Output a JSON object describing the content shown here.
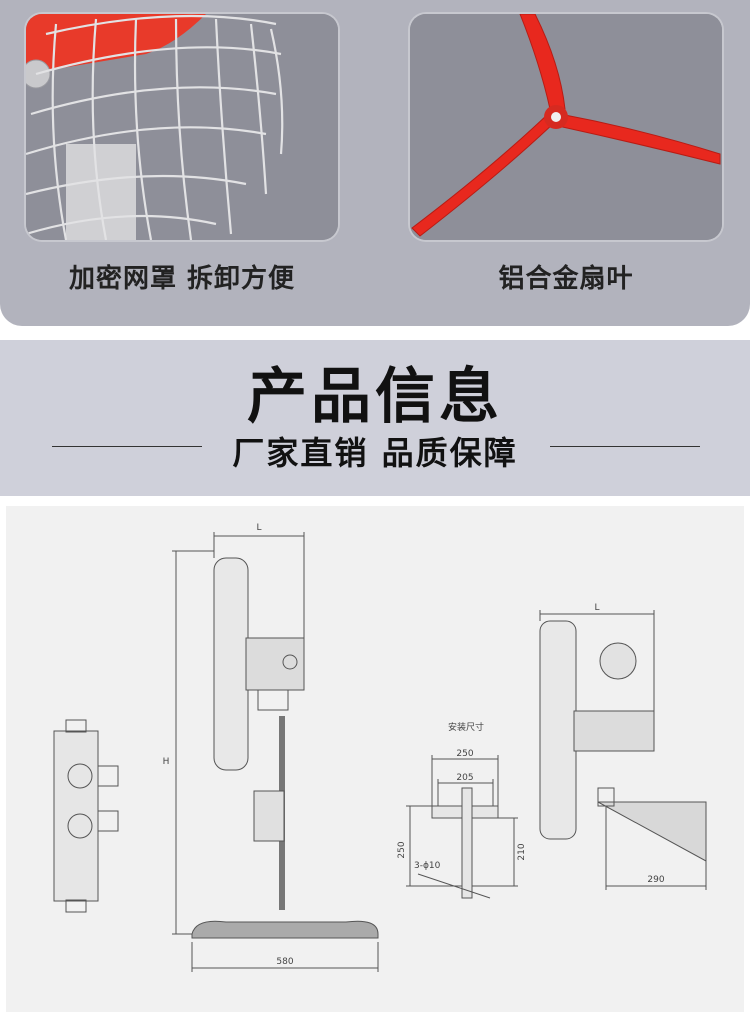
{
  "features": [
    {
      "caption": "加密网罩 拆卸方便"
    },
    {
      "caption": "铝合金扇叶"
    }
  ],
  "section": {
    "title": "产品信息",
    "subtitle": "厂家直销 品质保障"
  },
  "diagram": {
    "dim_L_left": "L",
    "dim_H": "H",
    "dim_580": "580",
    "install_label": "安装尺寸",
    "dim_250_top": "250",
    "dim_205": "205",
    "dim_250_side": "250",
    "dim_210": "210",
    "hole_label": "3-ϕ10",
    "dim_L_right": "L",
    "dim_290": "290"
  },
  "colors": {
    "panel": "#b2b3bd",
    "band": "#cfd0da",
    "blade": "#e8281e",
    "photo_bg": "#8c8d97"
  }
}
